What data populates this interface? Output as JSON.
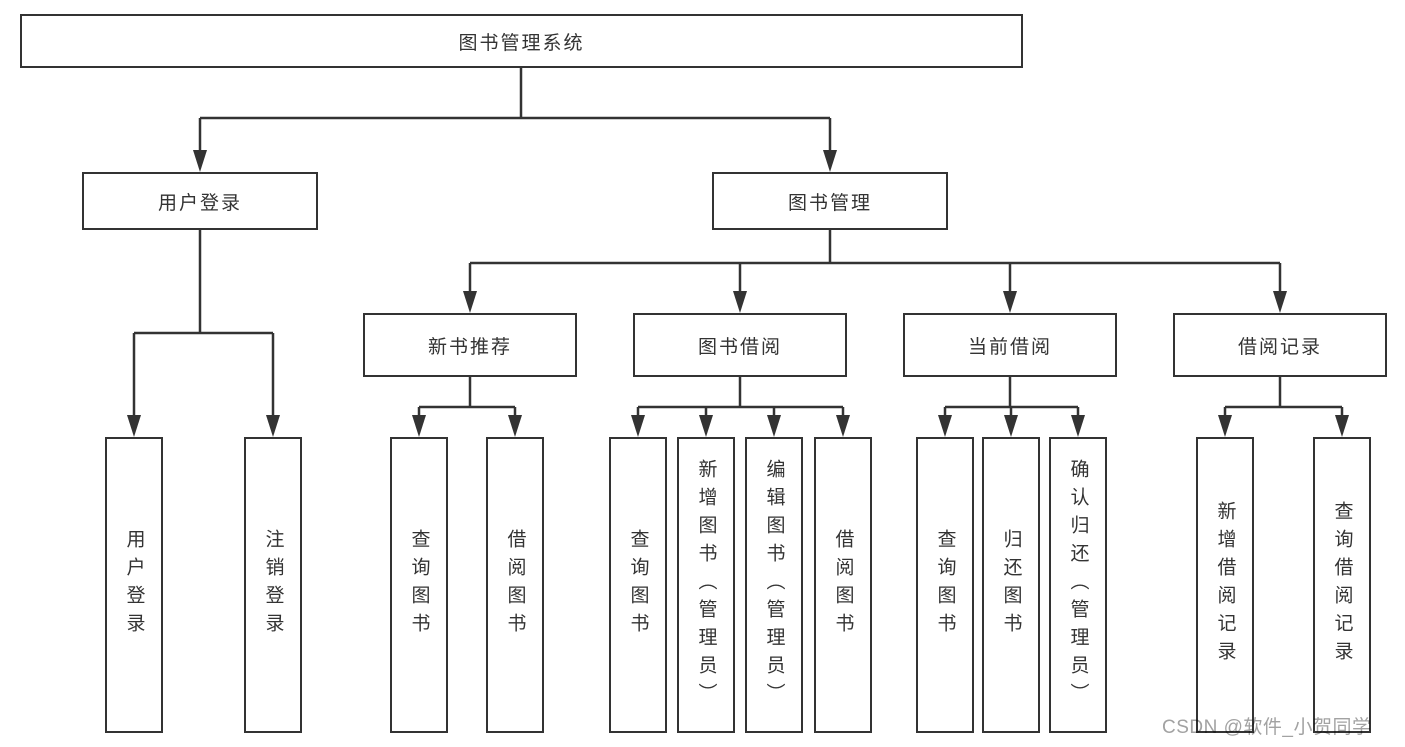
{
  "diagram": {
    "type": "hierarchy-tree",
    "nodes": {
      "root": {
        "label": "图书管理系统"
      },
      "level2": [
        {
          "id": "user-login",
          "label": "用户登录"
        },
        {
          "id": "book-management",
          "label": "图书管理"
        }
      ],
      "level3": [
        {
          "id": "new-book-recommend",
          "label": "新书推荐",
          "parent": "book-management"
        },
        {
          "id": "book-borrow",
          "label": "图书借阅",
          "parent": "book-management"
        },
        {
          "id": "current-borrow",
          "label": "当前借阅",
          "parent": "book-management"
        },
        {
          "id": "borrow-records",
          "label": "借阅记录",
          "parent": "book-management"
        }
      ],
      "leaves": [
        {
          "id": "user-login-action",
          "label": "用户登录",
          "parent": "user-login"
        },
        {
          "id": "logout-action",
          "label": "注销登录",
          "parent": "user-login"
        },
        {
          "id": "query-books-recommend",
          "label": "查询图书",
          "parent": "new-book-recommend"
        },
        {
          "id": "borrow-book-recommend",
          "label": "借阅图书",
          "parent": "new-book-recommend"
        },
        {
          "id": "query-books-borrow",
          "label": "查询图书",
          "parent": "book-borrow"
        },
        {
          "id": "add-book-admin",
          "label": "新增图书（管理员）",
          "parent": "book-borrow"
        },
        {
          "id": "edit-book-admin",
          "label": "编辑图书（管理员）",
          "parent": "book-borrow"
        },
        {
          "id": "borrow-book",
          "label": "借阅图书",
          "parent": "book-borrow"
        },
        {
          "id": "query-books-current",
          "label": "查询图书",
          "parent": "current-borrow"
        },
        {
          "id": "return-book",
          "label": "归还图书",
          "parent": "current-borrow"
        },
        {
          "id": "confirm-return-admin",
          "label": "确认归还（管理员）",
          "parent": "current-borrow"
        },
        {
          "id": "add-borrow-record",
          "label": "新增借阅记录",
          "parent": "borrow-records"
        },
        {
          "id": "query-borrow-record",
          "label": "查询借阅记录",
          "parent": "borrow-records"
        }
      ]
    },
    "colors": {
      "line": "#333333",
      "box_border": "#333333",
      "box_fill": "#ffffff",
      "text": "#333333",
      "watermark": "#a2a2a2",
      "background": "#ffffff"
    }
  },
  "watermark": {
    "text": "CSDN @软件_小贺同学"
  }
}
